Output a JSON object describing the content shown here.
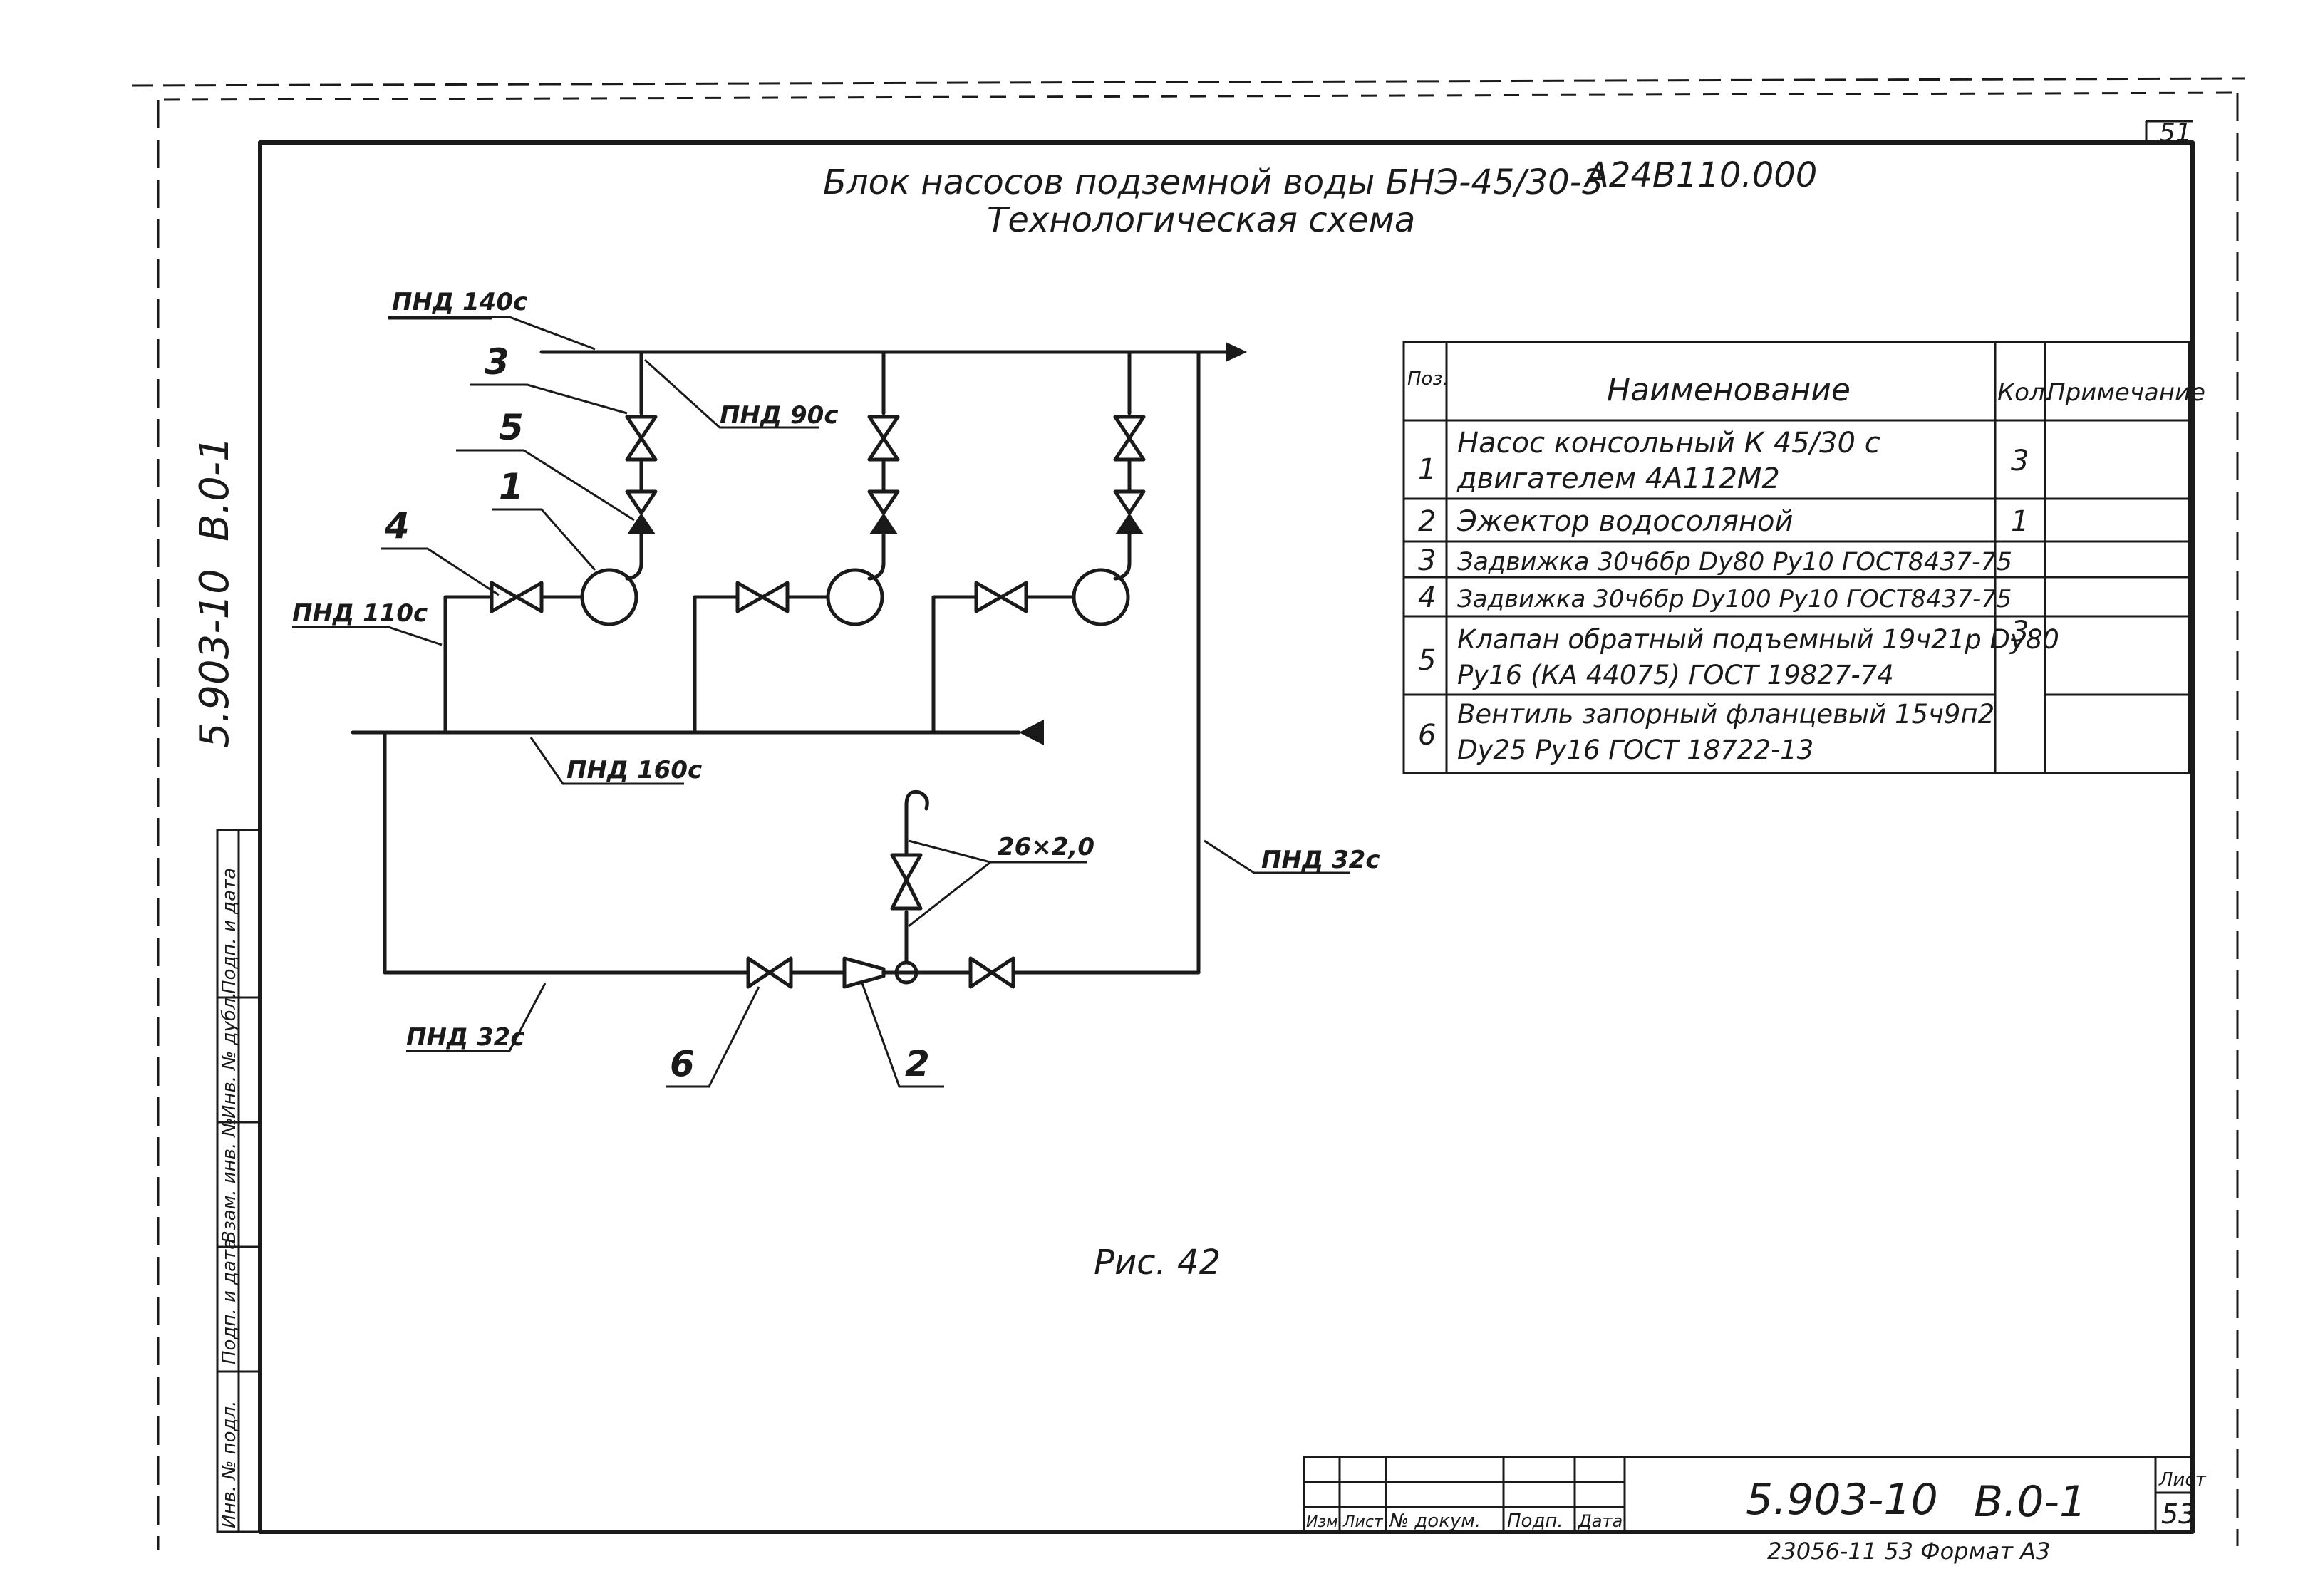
{
  "sheet_corner": "51",
  "title_line1": "Блок насосов подземной воды БНЭ-45/30-3",
  "title_code": "А24В110.000",
  "title_line2": "Технологическая схема",
  "pipe_labels": {
    "top": "ПНД 140с",
    "riser": "ПНД 90с",
    "left": "ПНД 110с",
    "collector": "ПНД 160с",
    "right": "ПНД 32с",
    "bottom": "ПНД 32с"
  },
  "callouts": [
    "1",
    "2",
    "3",
    "4",
    "5",
    "6"
  ],
  "dimension": "26×2,0",
  "figure_caption": "Рис. 42",
  "side_codes": {
    "doc": "5.903-10",
    "vol": "В.0-1"
  },
  "spec_table": {
    "headers": [
      "Поз.",
      "Наименование",
      "Кол.",
      "Примечание"
    ],
    "rows": [
      {
        "pos": "1",
        "name": [
          "Насос консольный К 45/30 с",
          "двигателем 4А112М2"
        ],
        "qty": "3",
        "note": ""
      },
      {
        "pos": "2",
        "name": [
          "Эжектор водосоляной"
        ],
        "qty": "1",
        "note": ""
      },
      {
        "pos": "3",
        "name": [
          "Задвижка 30ч6бр Dу80 Ру10 ГОСТ8437-75"
        ],
        "qty": "",
        "note": ""
      },
      {
        "pos": "4",
        "name": [
          "Задвижка 30ч6бр Dу100 Ру10 ГОСТ8437-75"
        ],
        "qty": "3",
        "note": ""
      },
      {
        "pos": "5",
        "name": [
          "Клапан обратный подъемный 19ч21р Dу80",
          "Ру16 (КА 44075) ГОСТ 19827-74"
        ],
        "qty": "",
        "note": ""
      },
      {
        "pos": "6",
        "name": [
          "Вентиль запорный фланцевый 15ч9п2",
          "Dу25 Ру16 ГОСТ 18722-13"
        ],
        "qty": "",
        "note": ""
      }
    ]
  },
  "left_stamp": [
    "Инв. № подл.",
    "Подп. и дата",
    "Взам. инв. №",
    "Инв. № дубл.",
    "Подп. и дата"
  ],
  "title_block": {
    "cols": [
      "Изм.",
      "Лист",
      "№ докум.",
      "Подп.",
      "Дата"
    ],
    "doc": "5.903-10",
    "vol": "В.0-1",
    "sheet_label": "Лист",
    "sheet_no": "53",
    "footer": "23056-11  53    Формат А3"
  }
}
